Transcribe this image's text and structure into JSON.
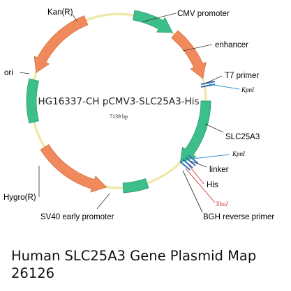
{
  "map": {
    "name": "HG16337-CH pCMV3-SLC25A3-His",
    "size": "7139 bp",
    "features": [
      {
        "id": "cmv",
        "label": "CMV promoter",
        "type": "promoter",
        "color": "#3cbf8a",
        "start": 10,
        "end": 38,
        "arrow": true
      },
      {
        "id": "enh",
        "label": "enhancer",
        "type": "misc",
        "color": "#f08a5d",
        "start": 40,
        "end": 75,
        "arrow": true
      },
      {
        "id": "slc",
        "label": "SLC25A3",
        "type": "gene",
        "color": "#3cbf8a",
        "start": 90,
        "end": 135,
        "arrow": true
      },
      {
        "id": "ori",
        "label": "ori",
        "type": "origin",
        "color": "#3cbf8a",
        "start": 256,
        "end": 284,
        "arrow": false
      },
      {
        "id": "kan",
        "label": "Kan(R)",
        "type": "resistance",
        "color": "#f08a5d",
        "start": 289,
        "end": 338,
        "arrow": true,
        "direction": "ccw"
      },
      {
        "id": "hygro",
        "label": "Hygro(R)",
        "type": "resistance",
        "color": "#f08a5d",
        "start": 188,
        "end": 238,
        "arrow": true,
        "direction": "ccw"
      },
      {
        "id": "sv40",
        "label": "SV40 early promoter",
        "type": "promoter",
        "color": "#3cbf8a",
        "start": 161,
        "end": 177,
        "arrow": false
      }
    ],
    "labels": {
      "cmv": "CMV promoter",
      "enhancer": "enhancer",
      "t7": "T7 primer",
      "kpn1_top": "KpnI",
      "slc": "SLC25A3",
      "kpn1_bottom": "KpnI",
      "linker": "linker",
      "his": "His",
      "xba1": "XbaI",
      "bgh": "BGH reverse primer",
      "kan": "Kan(R)",
      "ori": "ori",
      "hygro": "Hygro(R)",
      "sv40": "SV40 early promoter"
    },
    "colors": {
      "backbone": "#ede8a8",
      "feature_green": "#3cbf8a",
      "feature_orange": "#f08a5d",
      "primer_blue": "#2d6fb5",
      "kpn_line": "#2e8fd0",
      "xba_red": "#d03a3a"
    }
  },
  "caption": {
    "line1": "Human SLC25A3 Gene Plasmid Map",
    "line2": "26126"
  }
}
